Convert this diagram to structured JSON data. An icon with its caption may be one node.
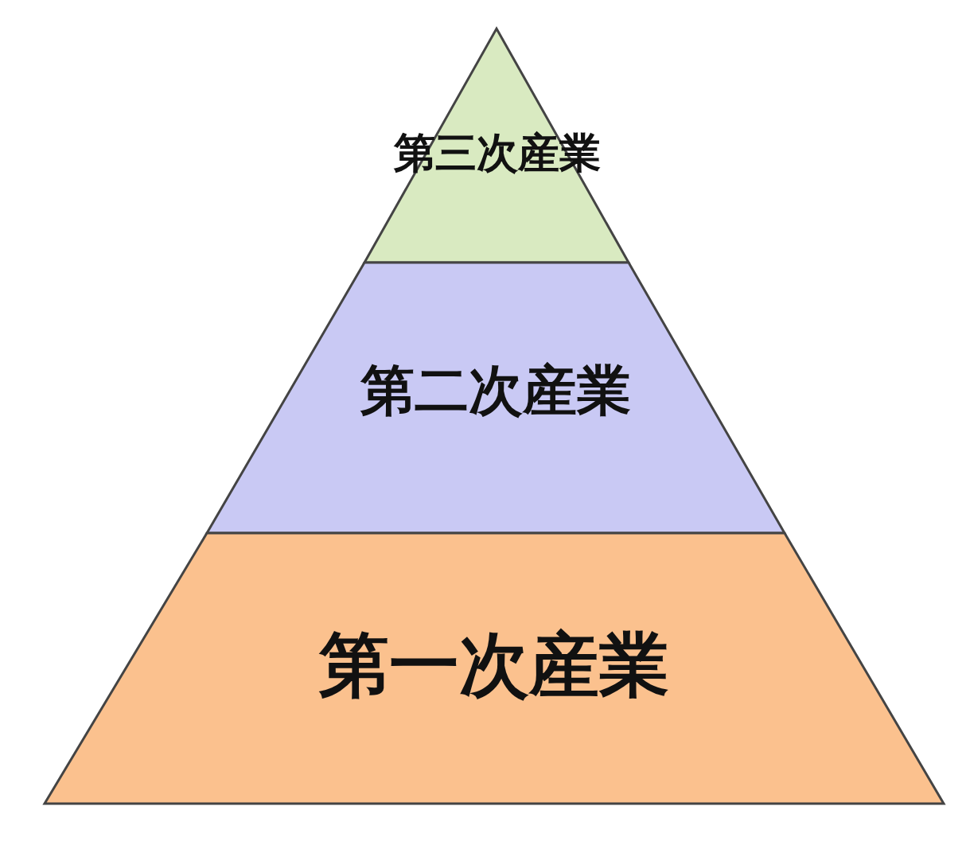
{
  "diagram": {
    "nodes": [
      {
        "text": [
          "第三次産業"
        ]
      },
      {
        "text": [
          "第二次産業"
        ]
      },
      {
        "text": [
          "第一次産業"
        ]
      }
    ]
  }
}
